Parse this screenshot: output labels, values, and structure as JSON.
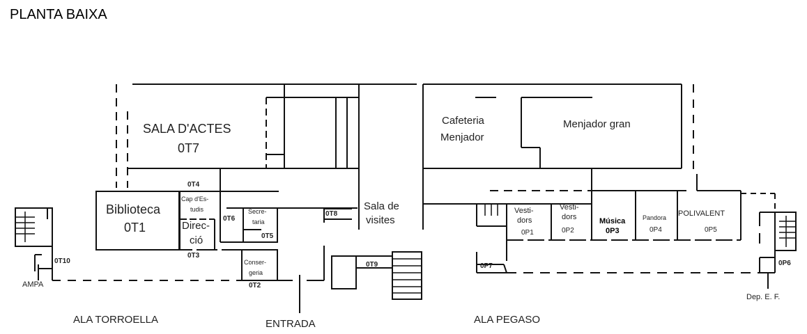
{
  "title": "PLANTA BAIXA",
  "wings": {
    "torroella": "ALA TORROELLA",
    "entrada": "ENTRADA",
    "pegaso": "ALA PEGASO"
  },
  "rooms": {
    "sala_actes": "SALA D'ACTES",
    "sala_actes_code": "0T7",
    "biblioteca": "Biblioteca",
    "biblioteca_code": "0T1",
    "cap_estudis_1": "Cap d'Es-",
    "cap_estudis_2": "tudis",
    "direccio_1": "Direc-",
    "direccio_2": "ció",
    "secretaria_1": "Secre-",
    "secretaria_2": "taria",
    "consergeria_1": "Conser-",
    "consergeria_2": "geria",
    "sala_visites_1": "Sala de",
    "sala_visites_2": "visites",
    "ampa": "AMPA",
    "cafeteria_1": "Cafeteria",
    "cafeteria_2": "Menjador",
    "menjador_gran": "Menjador gran",
    "vestidors_1a": "Vesti-",
    "vestidors_1b": "dors",
    "vestidors_1_code": "0P1",
    "vestidors_2a": "Vesti-",
    "vestidors_2b": "dors",
    "vestidors_2_code": "0P2",
    "musica": "Música",
    "musica_code": "0P3",
    "pandora": "Pandora",
    "pandora_code": "0P4",
    "polivalent": "POLIVALENT",
    "polivalent_code": "0P5",
    "dep_ef": "Dep. E. F."
  },
  "codes": {
    "0T2": "0T2",
    "0T3": "0T3",
    "0T4": "0T4",
    "0T5": "0T5",
    "0T6": "0T6",
    "0T8": "0T8",
    "0T9": "0T9",
    "0T10": "0T10",
    "0P6": "0P6",
    "0P7": "0P7"
  }
}
